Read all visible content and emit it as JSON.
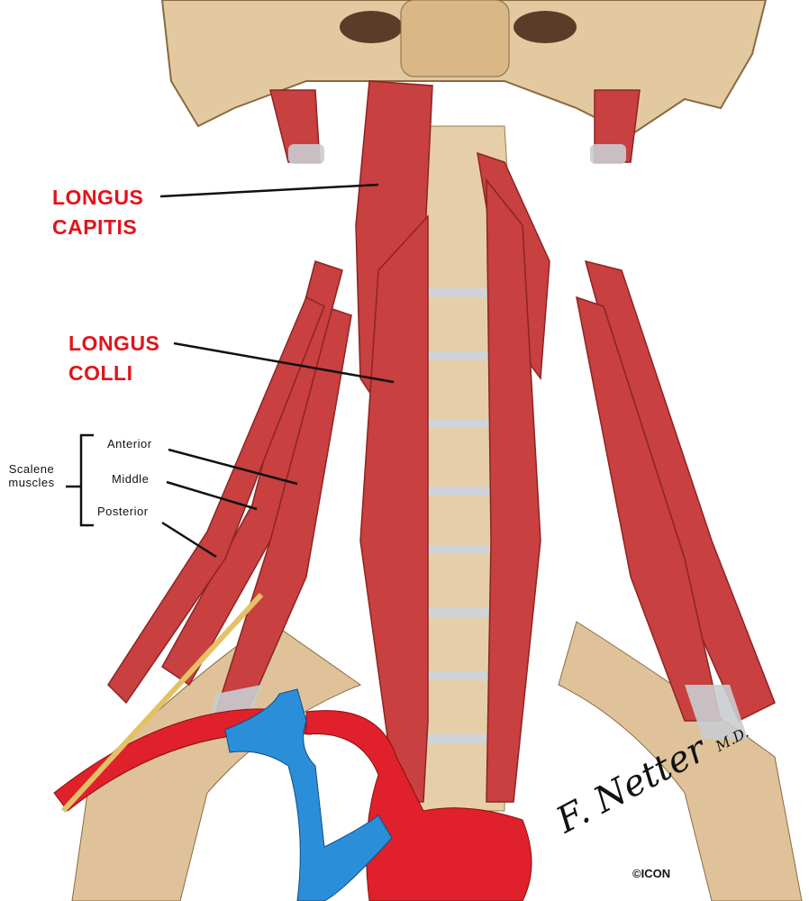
{
  "labels": {
    "longus_capitis": [
      "LONGUS",
      "CAPITIS"
    ],
    "longus_colli": [
      "LONGUS",
      "COLLI"
    ],
    "scalene_group": [
      "Scalene",
      "muscles"
    ],
    "scalene_anterior": "Anterior",
    "scalene_middle": "Middle",
    "scalene_posterior": "Posterior"
  },
  "signature": {
    "name": "F. Netter",
    "suffix": "M.D.",
    "copyright": "©ICON"
  },
  "colors": {
    "label_red": "#e0141b",
    "muscle": "#c8403f",
    "bone": "#e3c9a0",
    "artery": "#e0202a",
    "vein": "#2a8fd8",
    "tendon": "#c9ccd0"
  }
}
